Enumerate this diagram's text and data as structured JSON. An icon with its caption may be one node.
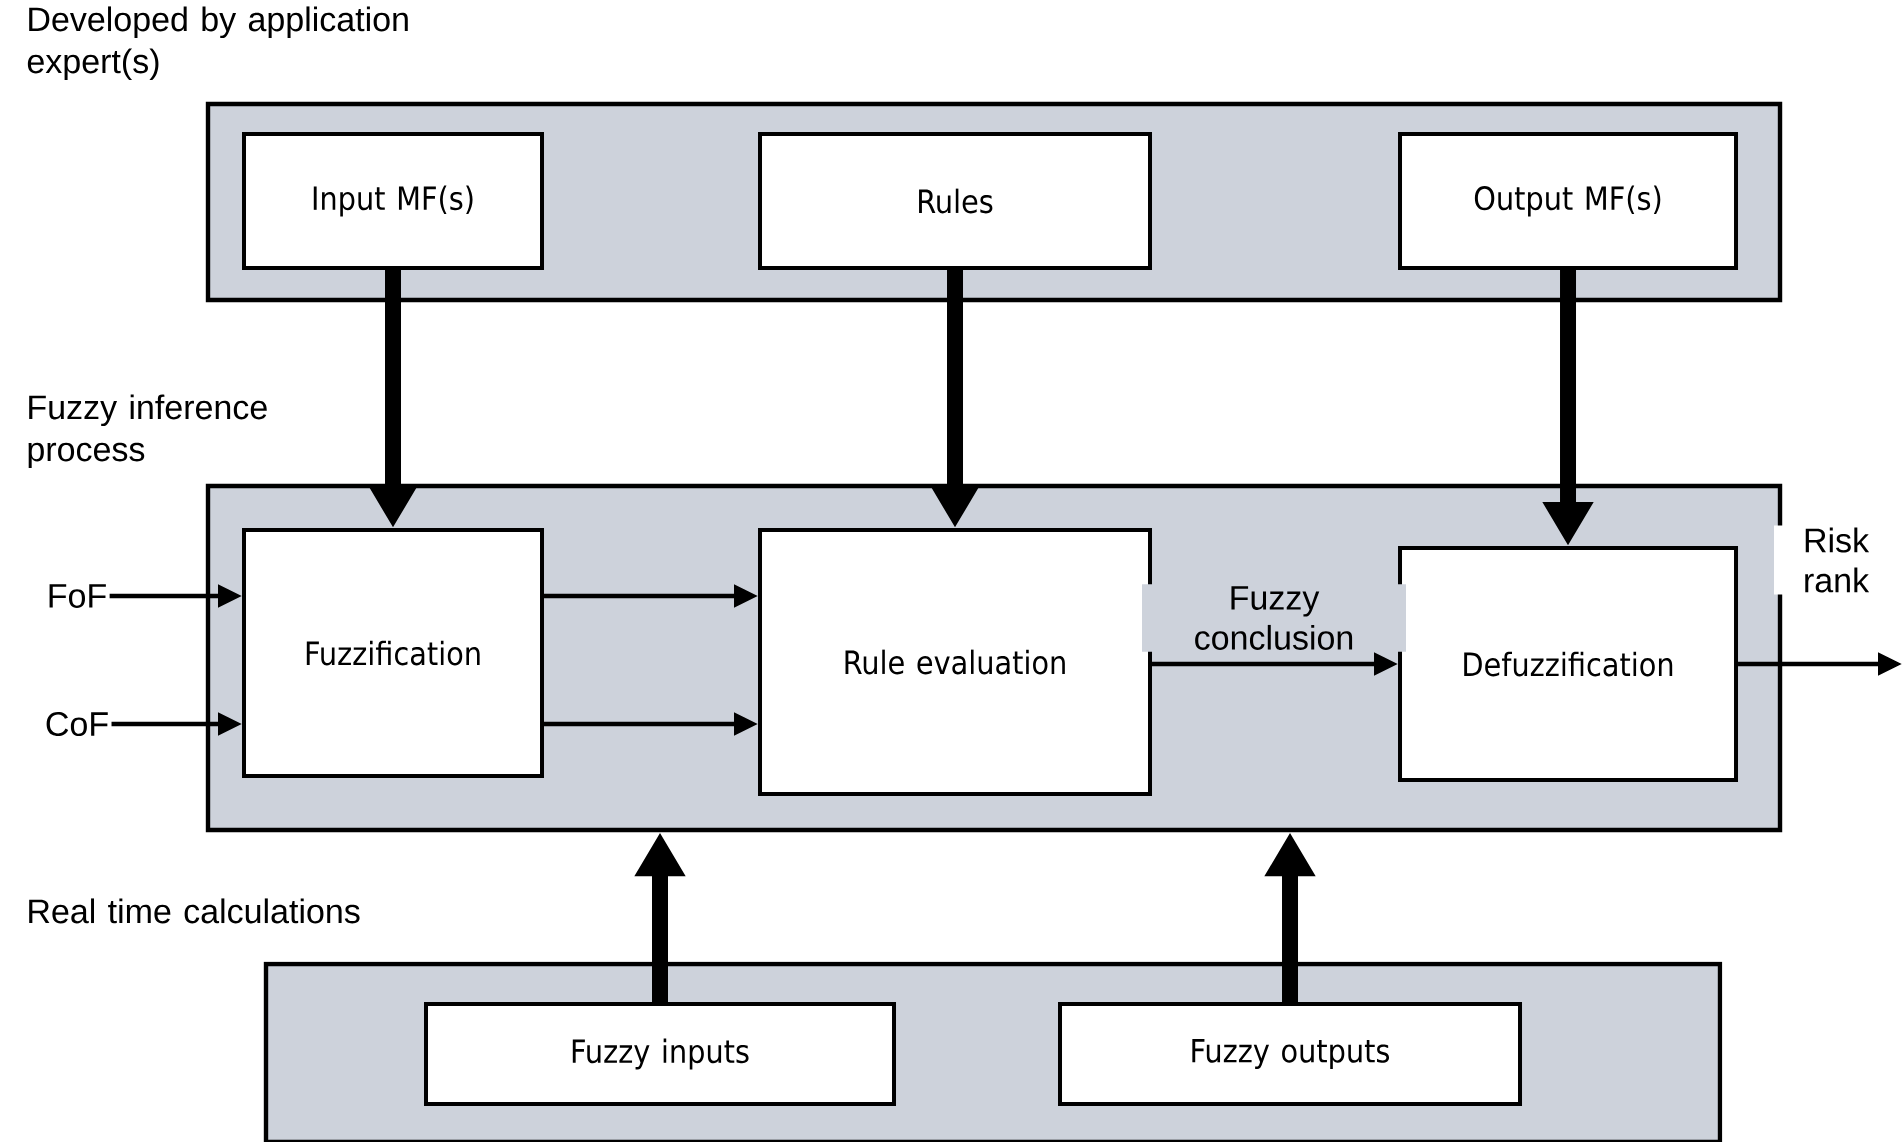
{
  "diagram": {
    "nodes": [
      {
        "text": [
          "Developed by application expert(s)"
        ]
      },
      {
        "text": [
          "Input MF(s)"
        ],
        "in": 0
      },
      {
        "text": [
          "Rules"
        ],
        "in": 0
      },
      {
        "text": [
          "Output MF(s)"
        ],
        "in": 0
      },
      {
        "text": [
          "Fuzzy inference process"
        ]
      },
      {
        "text": [
          "FoF"
        ]
      },
      {
        "text": [
          "CoF"
        ]
      },
      {
        "text": [
          "Fuzzification"
        ],
        "in": 4
      },
      {
        "text": [
          "Rule evaluation"
        ],
        "in": 4
      },
      {
        "text": [
          "Defuzzification"
        ],
        "in": 4
      },
      {
        "text": [
          "Real time calculations"
        ]
      },
      {
        "text": [
          "Fuzzy inputs"
        ],
        "in": 10
      },
      {
        "text": [
          "Fuzzy outputs"
        ],
        "in": 10
      }
    ],
    "edges": [
      {
        "from": 1,
        "to": 7,
        "arrow": "to",
        "style": "thick"
      },
      {
        "from": 2,
        "to": 8,
        "arrow": "to",
        "style": "thick"
      },
      {
        "from": 3,
        "to": 9,
        "arrow": "to",
        "style": "thick"
      },
      {
        "from": 5,
        "to": 7,
        "arrow": "to"
      },
      {
        "from": 6,
        "to": 7,
        "arrow": "to"
      },
      {
        "from": 7,
        "to": 8,
        "arrow": "to"
      },
      {
        "from": 7,
        "to": 8,
        "arrow": "to"
      },
      {
        "from": 8,
        "to": 9,
        "arrow": "to",
        "label": "Fuzzy conclusion"
      },
      {
        "from": 9,
        "to": null,
        "arrow": "to",
        "label": "Risk rank"
      },
      {
        "from": 11,
        "to": 4,
        "arrow": "to",
        "style": "thick"
      },
      {
        "from": 12,
        "to": 4,
        "arrow": "to",
        "style": "thick"
      }
    ]
  }
}
